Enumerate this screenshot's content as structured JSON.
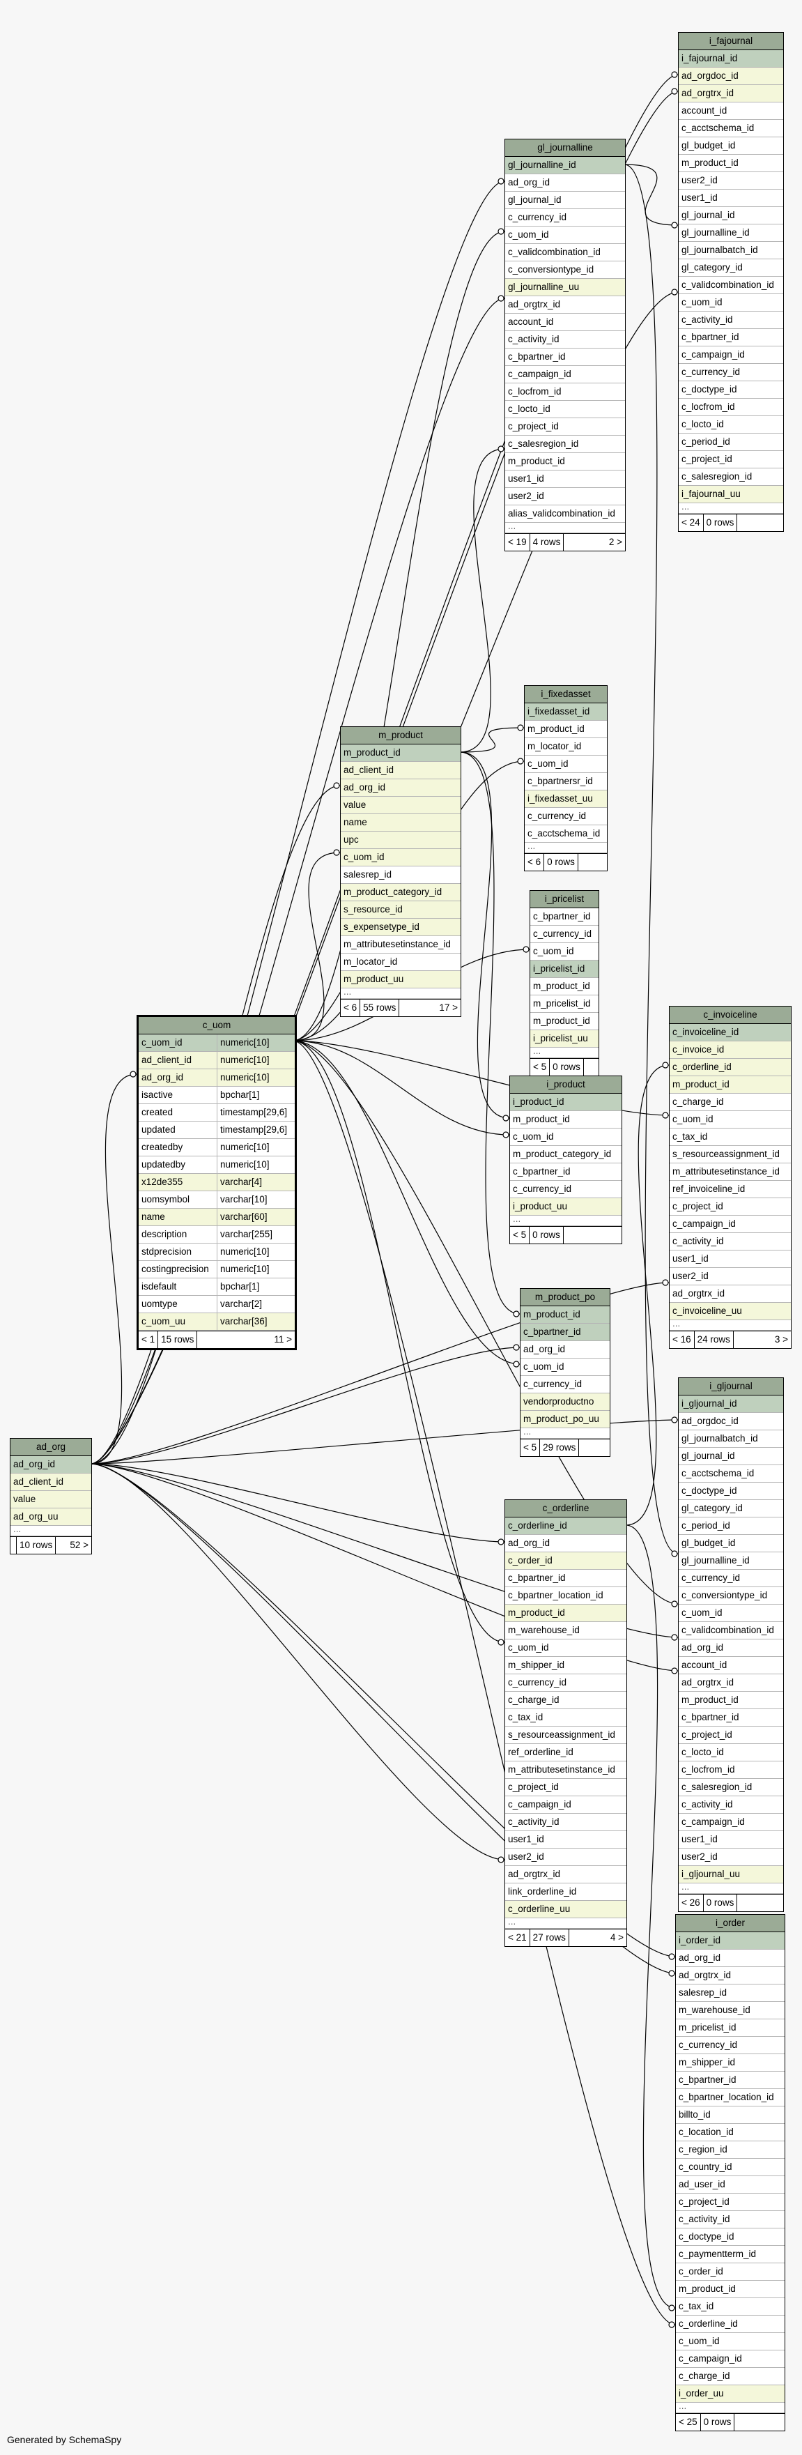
{
  "footer": "Generated by SchemaSpy",
  "colors": {
    "header": "#9bab96",
    "primary_key": "#bfd0bd",
    "foreign_key": "#f4f7da",
    "plain": "#ffffff"
  },
  "tables": [
    {
      "id": "i_fajournal",
      "name": "i_fajournal",
      "columns": [
        {
          "n": "i_fajournal_id",
          "k": "pk"
        },
        {
          "n": "ad_orgdoc_id",
          "k": "fk"
        },
        {
          "n": "ad_orgtrx_id",
          "k": "fk"
        },
        {
          "n": "account_id"
        },
        {
          "n": "c_acctschema_id"
        },
        {
          "n": "gl_budget_id"
        },
        {
          "n": "m_product_id"
        },
        {
          "n": "user2_id"
        },
        {
          "n": "user1_id"
        },
        {
          "n": "gl_journal_id"
        },
        {
          "n": "gl_journalline_id"
        },
        {
          "n": "gl_journalbatch_id"
        },
        {
          "n": "gl_category_id"
        },
        {
          "n": "c_validcombination_id"
        },
        {
          "n": "c_uom_id"
        },
        {
          "n": "c_activity_id"
        },
        {
          "n": "c_bpartner_id"
        },
        {
          "n": "c_campaign_id"
        },
        {
          "n": "c_currency_id"
        },
        {
          "n": "c_doctype_id"
        },
        {
          "n": "c_locfrom_id"
        },
        {
          "n": "c_locto_id"
        },
        {
          "n": "c_period_id"
        },
        {
          "n": "c_project_id"
        },
        {
          "n": "c_salesregion_id"
        },
        {
          "n": "i_fajournal_uu",
          "k": "fk"
        }
      ],
      "gap": "...",
      "footer": [
        "< 24",
        "0 rows",
        ""
      ]
    },
    {
      "id": "gl_journalline",
      "name": "gl_journalline",
      "columns": [
        {
          "n": "gl_journalline_id",
          "k": "pk"
        },
        {
          "n": "ad_org_id"
        },
        {
          "n": "gl_journal_id"
        },
        {
          "n": "c_currency_id"
        },
        {
          "n": "c_uom_id"
        },
        {
          "n": "c_validcombination_id"
        },
        {
          "n": "c_conversiontype_id"
        },
        {
          "n": "gl_journalline_uu",
          "k": "fk"
        },
        {
          "n": "ad_orgtrx_id"
        },
        {
          "n": "account_id"
        },
        {
          "n": "c_activity_id"
        },
        {
          "n": "c_bpartner_id"
        },
        {
          "n": "c_campaign_id"
        },
        {
          "n": "c_locfrom_id"
        },
        {
          "n": "c_locto_id"
        },
        {
          "n": "c_project_id"
        },
        {
          "n": "c_salesregion_id"
        },
        {
          "n": "m_product_id"
        },
        {
          "n": "user1_id"
        },
        {
          "n": "user2_id"
        },
        {
          "n": "alias_validcombination_id"
        }
      ],
      "gap": "...",
      "footer": [
        "< 19",
        "4 rows",
        "2 >"
      ]
    },
    {
      "id": "i_fixedasset",
      "name": "i_fixedasset",
      "columns": [
        {
          "n": "i_fixedasset_id",
          "k": "pk"
        },
        {
          "n": "m_product_id"
        },
        {
          "n": "m_locator_id"
        },
        {
          "n": "c_uom_id"
        },
        {
          "n": "c_bpartnersr_id"
        },
        {
          "n": "i_fixedasset_uu",
          "k": "fk"
        },
        {
          "n": "c_currency_id"
        },
        {
          "n": "c_acctschema_id"
        }
      ],
      "gap": "...",
      "footer": [
        "< 6",
        "0 rows",
        ""
      ]
    },
    {
      "id": "m_product",
      "name": "m_product",
      "columns": [
        {
          "n": "m_product_id",
          "k": "pk"
        },
        {
          "n": "ad_client_id",
          "k": "fk"
        },
        {
          "n": "ad_org_id",
          "k": "fk"
        },
        {
          "n": "value",
          "k": "fk"
        },
        {
          "n": "name",
          "k": "fk"
        },
        {
          "n": "upc",
          "k": "fk"
        },
        {
          "n": "c_uom_id",
          "k": "fk"
        },
        {
          "n": "salesrep_id"
        },
        {
          "n": "m_product_category_id",
          "k": "fk"
        },
        {
          "n": "s_resource_id",
          "k": "fk"
        },
        {
          "n": "s_expensetype_id",
          "k": "fk"
        },
        {
          "n": "m_attributesetinstance_id"
        },
        {
          "n": "m_locator_id"
        },
        {
          "n": "m_product_uu",
          "k": "fk"
        }
      ],
      "gap": "...",
      "footer": [
        "< 6",
        "55 rows",
        "17 >"
      ]
    },
    {
      "id": "i_pricelist",
      "name": "i_pricelist",
      "columns": [
        {
          "n": "c_bpartner_id"
        },
        {
          "n": "c_currency_id"
        },
        {
          "n": "c_uom_id"
        },
        {
          "n": "i_pricelist_id",
          "k": "pk"
        },
        {
          "n": "m_product_id"
        },
        {
          "n": "m_pricelist_id"
        },
        {
          "n": "m_product_id"
        },
        {
          "n": "i_pricelist_uu",
          "k": "fk"
        }
      ],
      "gap": "...",
      "footer": [
        "< 5",
        "0 rows",
        ""
      ]
    },
    {
      "id": "c_invoiceline",
      "name": "c_invoiceline",
      "columns": [
        {
          "n": "c_invoiceline_id",
          "k": "pk"
        },
        {
          "n": "c_invoice_id",
          "k": "fk"
        },
        {
          "n": "c_orderline_id",
          "k": "fk"
        },
        {
          "n": "m_product_id",
          "k": "fk"
        },
        {
          "n": "c_charge_id"
        },
        {
          "n": "c_uom_id"
        },
        {
          "n": "c_tax_id"
        },
        {
          "n": "s_resourceassignment_id"
        },
        {
          "n": "m_attributesetinstance_id"
        },
        {
          "n": "ref_invoiceline_id"
        },
        {
          "n": "c_project_id"
        },
        {
          "n": "c_campaign_id"
        },
        {
          "n": "c_activity_id"
        },
        {
          "n": "user1_id"
        },
        {
          "n": "user2_id"
        },
        {
          "n": "ad_orgtrx_id"
        },
        {
          "n": "c_invoiceline_uu",
          "k": "fk"
        }
      ],
      "gap": "...",
      "footer": [
        "< 16",
        "24 rows",
        "3 >"
      ]
    },
    {
      "id": "c_uom",
      "name": "c_uom",
      "center": true,
      "columns": [
        {
          "n": "c_uom_id",
          "t": "numeric[10]",
          "k": "pk"
        },
        {
          "n": "ad_client_id",
          "t": "numeric[10]",
          "k": "fk"
        },
        {
          "n": "ad_org_id",
          "t": "numeric[10]",
          "k": "fk"
        },
        {
          "n": "isactive",
          "t": "bpchar[1]"
        },
        {
          "n": "created",
          "t": "timestamp[29,6]"
        },
        {
          "n": "updated",
          "t": "timestamp[29,6]"
        },
        {
          "n": "createdby",
          "t": "numeric[10]"
        },
        {
          "n": "updatedby",
          "t": "numeric[10]"
        },
        {
          "n": "x12de355",
          "t": "varchar[4]",
          "k": "fk"
        },
        {
          "n": "uomsymbol",
          "t": "varchar[10]"
        },
        {
          "n": "name",
          "t": "varchar[60]",
          "k": "fk"
        },
        {
          "n": "description",
          "t": "varchar[255]"
        },
        {
          "n": "stdprecision",
          "t": "numeric[10]"
        },
        {
          "n": "costingprecision",
          "t": "numeric[10]"
        },
        {
          "n": "isdefault",
          "t": "bpchar[1]"
        },
        {
          "n": "uomtype",
          "t": "varchar[2]"
        },
        {
          "n": "c_uom_uu",
          "t": "varchar[36]",
          "k": "fk"
        }
      ],
      "footer": [
        "< 1",
        "15 rows",
        "11 >"
      ]
    },
    {
      "id": "i_product",
      "name": "i_product",
      "columns": [
        {
          "n": "i_product_id",
          "k": "pk"
        },
        {
          "n": "m_product_id"
        },
        {
          "n": "c_uom_id"
        },
        {
          "n": "m_product_category_id"
        },
        {
          "n": "c_bpartner_id"
        },
        {
          "n": "c_currency_id"
        },
        {
          "n": "i_product_uu",
          "k": "fk"
        }
      ],
      "gap": "...",
      "footer": [
        "< 5",
        "0 rows",
        ""
      ]
    },
    {
      "id": "m_product_po",
      "name": "m_product_po",
      "columns": [
        {
          "n": "m_product_id",
          "k": "pk"
        },
        {
          "n": "c_bpartner_id",
          "k": "pk"
        },
        {
          "n": "ad_org_id"
        },
        {
          "n": "c_uom_id"
        },
        {
          "n": "c_currency_id"
        },
        {
          "n": "vendorproductno",
          "k": "fk"
        },
        {
          "n": "m_product_po_uu",
          "k": "fk"
        }
      ],
      "gap": "...",
      "footer": [
        "< 5",
        "29 rows",
        ""
      ]
    },
    {
      "id": "i_gljournal",
      "name": "i_gljournal",
      "columns": [
        {
          "n": "i_gljournal_id",
          "k": "pk"
        },
        {
          "n": "ad_orgdoc_id"
        },
        {
          "n": "gl_journalbatch_id"
        },
        {
          "n": "gl_journal_id"
        },
        {
          "n": "c_acctschema_id"
        },
        {
          "n": "c_doctype_id"
        },
        {
          "n": "gl_category_id"
        },
        {
          "n": "c_period_id"
        },
        {
          "n": "gl_budget_id"
        },
        {
          "n": "gl_journalline_id"
        },
        {
          "n": "c_currency_id"
        },
        {
          "n": "c_conversiontype_id"
        },
        {
          "n": "c_uom_id"
        },
        {
          "n": "c_validcombination_id"
        },
        {
          "n": "ad_org_id"
        },
        {
          "n": "account_id"
        },
        {
          "n": "ad_orgtrx_id"
        },
        {
          "n": "m_product_id"
        },
        {
          "n": "c_bpartner_id"
        },
        {
          "n": "c_project_id"
        },
        {
          "n": "c_locto_id"
        },
        {
          "n": "c_locfrom_id"
        },
        {
          "n": "c_salesregion_id"
        },
        {
          "n": "c_activity_id"
        },
        {
          "n": "c_campaign_id"
        },
        {
          "n": "user1_id"
        },
        {
          "n": "user2_id"
        },
        {
          "n": "i_gljournal_uu",
          "k": "fk"
        }
      ],
      "gap": "...",
      "footer": [
        "< 26",
        "0 rows",
        ""
      ]
    },
    {
      "id": "ad_org",
      "name": "ad_org",
      "columns": [
        {
          "n": "ad_org_id",
          "k": "pk"
        },
        {
          "n": "ad_client_id",
          "k": "fk"
        },
        {
          "n": "value",
          "k": "fk"
        },
        {
          "n": "ad_org_uu",
          "k": "fk"
        }
      ],
      "gap": "...",
      "footer": [
        "",
        "10 rows",
        "52 >"
      ]
    },
    {
      "id": "c_orderline",
      "name": "c_orderline",
      "columns": [
        {
          "n": "c_orderline_id",
          "k": "pk"
        },
        {
          "n": "ad_org_id"
        },
        {
          "n": "c_order_id",
          "k": "fk"
        },
        {
          "n": "c_bpartner_id"
        },
        {
          "n": "c_bpartner_location_id"
        },
        {
          "n": "m_product_id",
          "k": "fk"
        },
        {
          "n": "m_warehouse_id"
        },
        {
          "n": "c_uom_id"
        },
        {
          "n": "m_shipper_id"
        },
        {
          "n": "c_currency_id"
        },
        {
          "n": "c_charge_id"
        },
        {
          "n": "c_tax_id"
        },
        {
          "n": "s_resourceassignment_id"
        },
        {
          "n": "ref_orderline_id"
        },
        {
          "n": "m_attributesetinstance_id"
        },
        {
          "n": "c_project_id"
        },
        {
          "n": "c_campaign_id"
        },
        {
          "n": "c_activity_id"
        },
        {
          "n": "user1_id"
        },
        {
          "n": "user2_id"
        },
        {
          "n": "ad_orgtrx_id"
        },
        {
          "n": "link_orderline_id"
        },
        {
          "n": "c_orderline_uu",
          "k": "fk"
        }
      ],
      "gap": "...",
      "footer": [
        "< 21",
        "27 rows",
        "4 >"
      ]
    },
    {
      "id": "i_order",
      "name": "i_order",
      "columns": [
        {
          "n": "i_order_id",
          "k": "pk"
        },
        {
          "n": "ad_org_id"
        },
        {
          "n": "ad_orgtrx_id"
        },
        {
          "n": "salesrep_id"
        },
        {
          "n": "m_warehouse_id"
        },
        {
          "n": "m_pricelist_id"
        },
        {
          "n": "c_currency_id"
        },
        {
          "n": "m_shipper_id"
        },
        {
          "n": "c_bpartner_id"
        },
        {
          "n": "c_bpartner_location_id"
        },
        {
          "n": "billto_id"
        },
        {
          "n": "c_location_id"
        },
        {
          "n": "c_region_id"
        },
        {
          "n": "c_country_id"
        },
        {
          "n": "ad_user_id"
        },
        {
          "n": "c_project_id"
        },
        {
          "n": "c_activity_id"
        },
        {
          "n": "c_doctype_id"
        },
        {
          "n": "c_paymentterm_id"
        },
        {
          "n": "c_order_id"
        },
        {
          "n": "m_product_id"
        },
        {
          "n": "c_tax_id"
        },
        {
          "n": "c_orderline_id"
        },
        {
          "n": "c_uom_id"
        },
        {
          "n": "c_campaign_id"
        },
        {
          "n": "c_charge_id"
        },
        {
          "n": "i_order_uu",
          "k": "fk"
        }
      ],
      "gap": "...",
      "footer": [
        "< 25",
        "0 rows",
        ""
      ]
    }
  ]
}
